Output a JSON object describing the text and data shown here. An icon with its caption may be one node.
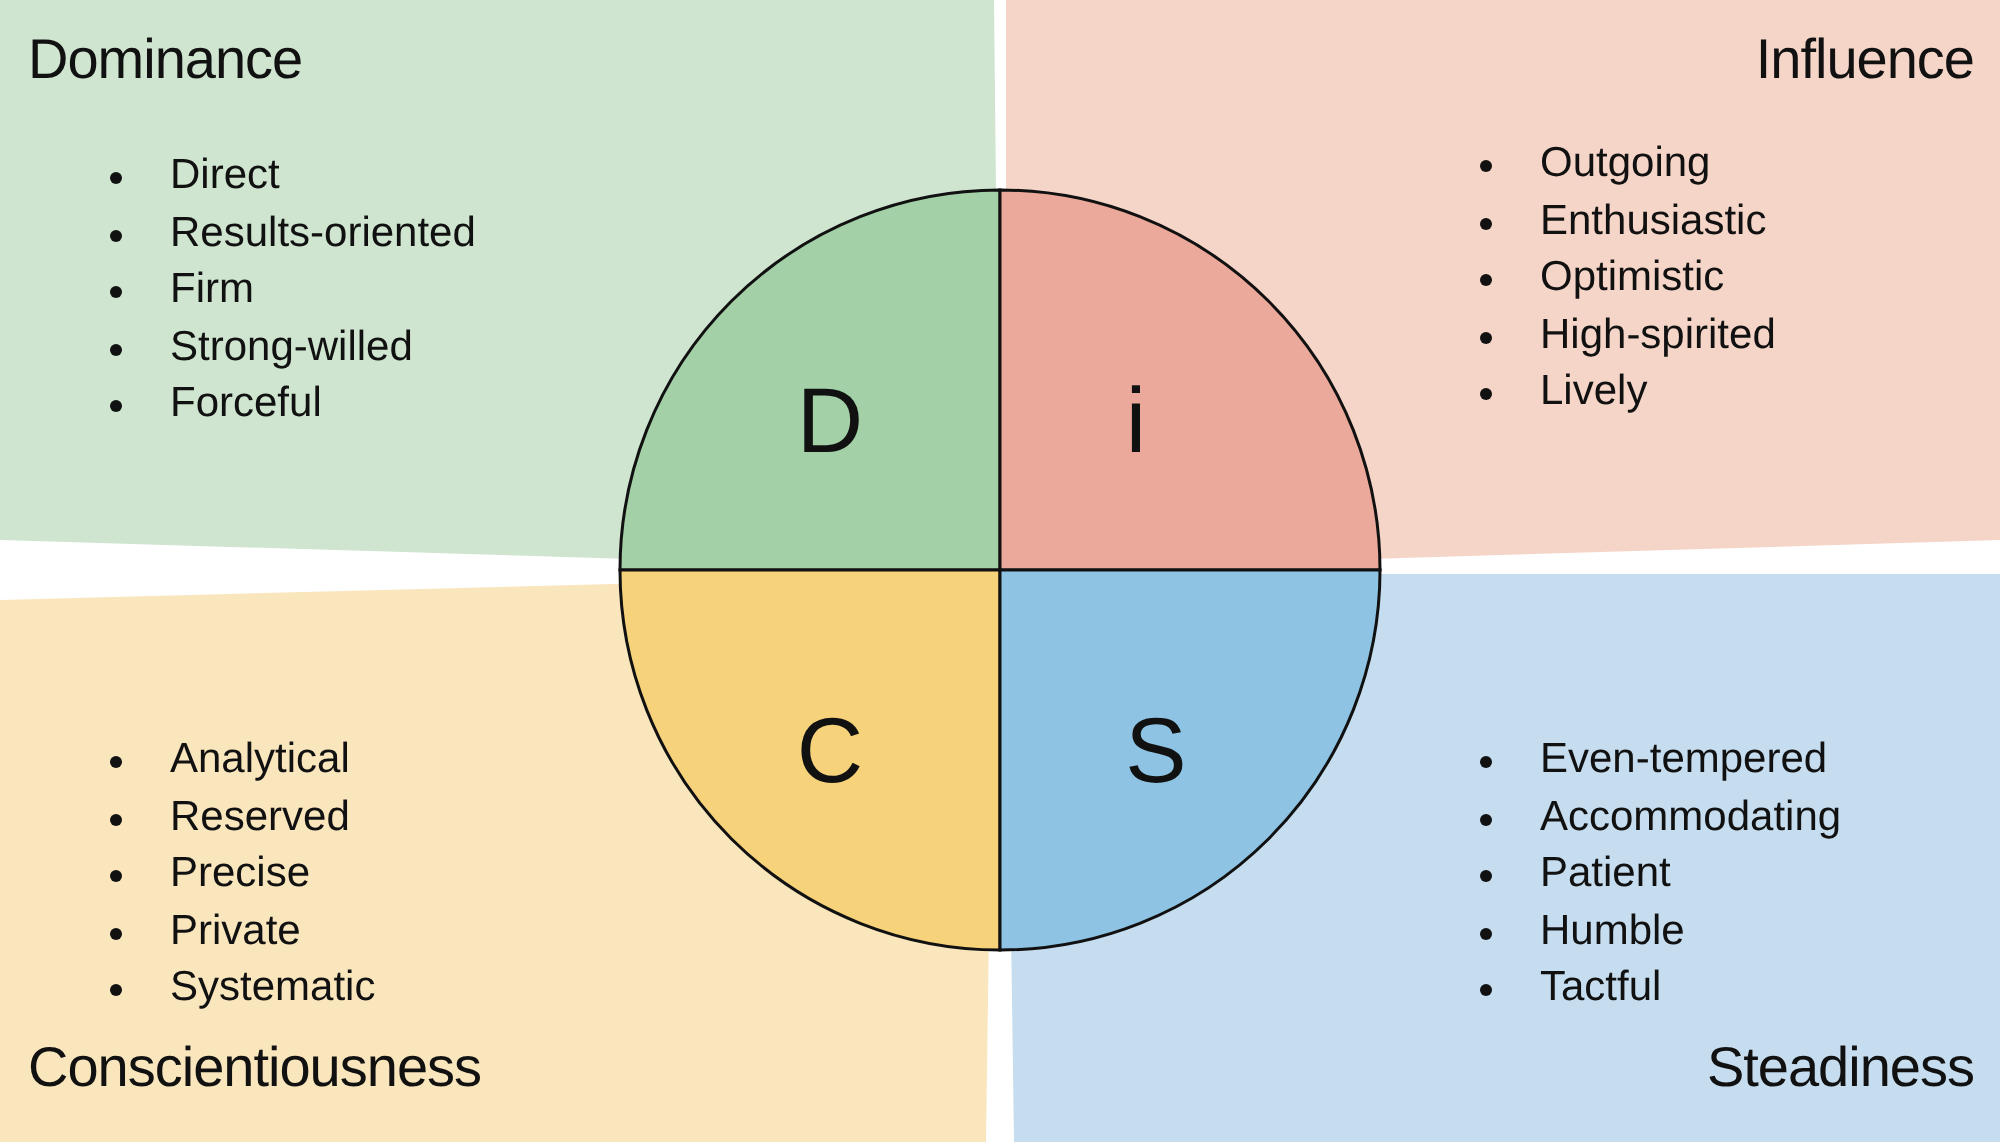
{
  "diagram": {
    "nodes": [
      {
        "text": [
          "Dominance",
          "Direct",
          "Results-oriented",
          "Firm",
          "Strong-willed",
          "Forceful"
        ]
      },
      {
        "text": [
          "Influence",
          "Outgoing",
          "Enthusiastic",
          "Optimistic",
          "High-spirited",
          "Lively"
        ]
      },
      {
        "text": [
          "D"
        ],
        "in": 0
      },
      {
        "text": [
          "i"
        ],
        "in": 1
      },
      {
        "text": [
          "C"
        ],
        "in": 6
      },
      {
        "text": [
          "S"
        ],
        "in": 7
      },
      {
        "text": [
          "Analytical",
          "Reserved",
          "Precise",
          "Private",
          "Systematic",
          "Conscientiousness"
        ]
      },
      {
        "text": [
          "Even-tempered",
          "Accommodating",
          "Patient",
          "Humble",
          "Tactful",
          "Steadiness"
        ]
      }
    ],
    "edges": []
  }
}
